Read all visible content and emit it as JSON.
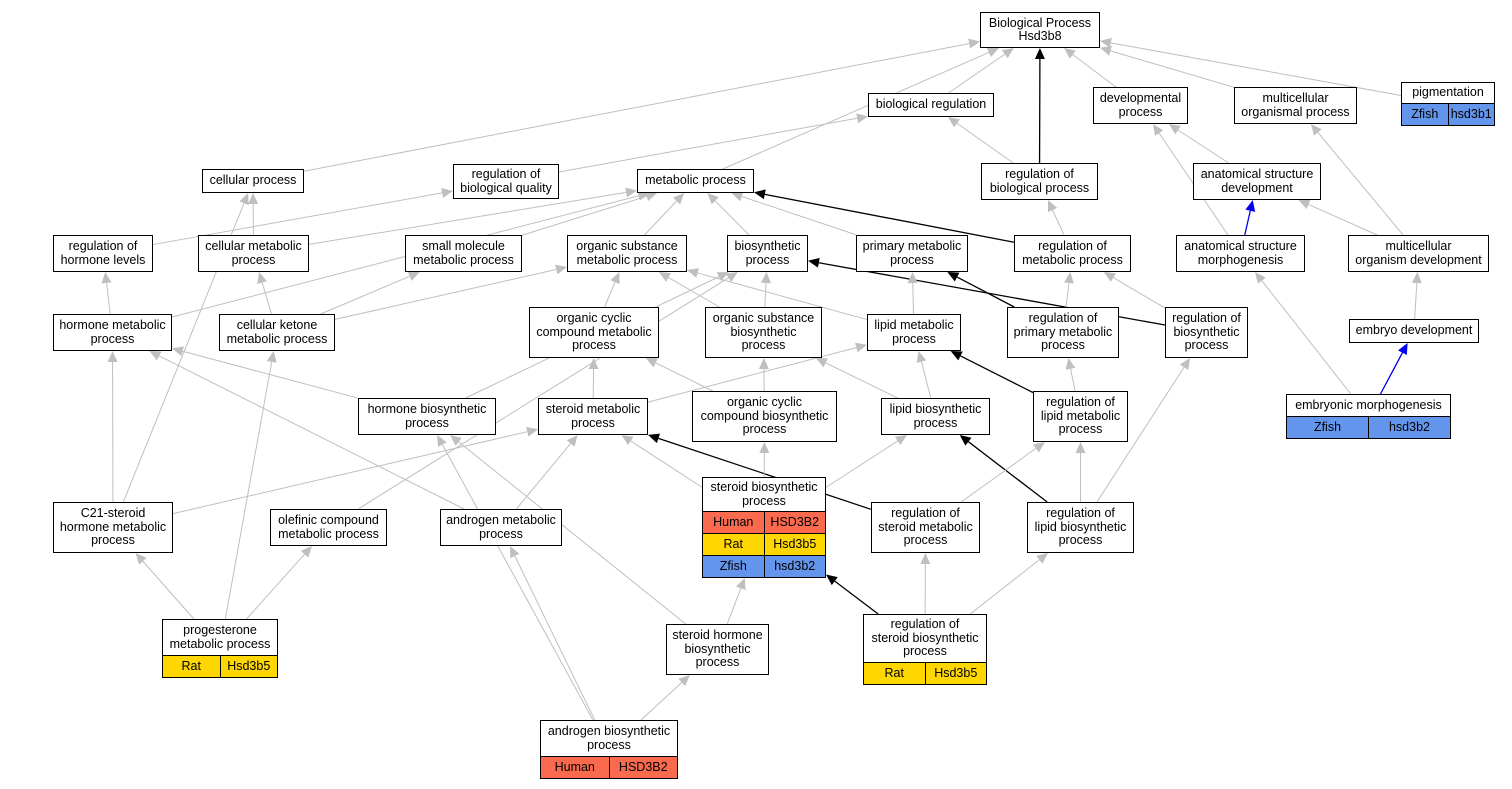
{
  "colors": {
    "edge_gray": "#bfbfbf",
    "edge_black": "#000000",
    "edge_blue": "#0000ee",
    "Human": "#fa6a4e",
    "Rat": "#ffd700",
    "Zfish": "#6495ed"
  },
  "nodes": {
    "bp": {
      "label": "Biological Process\nHsd3b8"
    },
    "bioreg": {
      "label": "biological regulation"
    },
    "devproc": {
      "label": "developmental\nprocess"
    },
    "multproc": {
      "label": "multicellular\norganismal process"
    },
    "pigm": {
      "label": "pigmentation",
      "genes": [
        {
          "species": "Zfish",
          "gene": "hsd3b1"
        }
      ]
    },
    "cellproc": {
      "label": "cellular process"
    },
    "regbq": {
      "label": "regulation of\nbiological quality"
    },
    "metab": {
      "label": "metabolic process"
    },
    "regbp": {
      "label": "regulation of\nbiological process"
    },
    "asd": {
      "label": "anatomical structure\ndevelopment"
    },
    "reghl": {
      "label": "regulation of\nhormone levels"
    },
    "cellmet": {
      "label": "cellular metabolic\nprocess"
    },
    "smm": {
      "label": "small molecule\nmetabolic process"
    },
    "osm": {
      "label": "organic substance\nmetabolic process"
    },
    "biosyn": {
      "label": "biosynthetic\nprocess"
    },
    "pmp": {
      "label": "primary metabolic\nprocess"
    },
    "regmp": {
      "label": "regulation of\nmetabolic process"
    },
    "asm": {
      "label": "anatomical structure\nmorphogenesis"
    },
    "mod": {
      "label": "multicellular\norganism development"
    },
    "hmp": {
      "label": "hormone metabolic\nprocess"
    },
    "ckm": {
      "label": "cellular ketone\nmetabolic process"
    },
    "occm": {
      "label": "organic cyclic\ncompound metabolic\nprocess"
    },
    "osb": {
      "label": "organic substance\nbiosynthetic\nprocess"
    },
    "lmp": {
      "label": "lipid metabolic\nprocess"
    },
    "regpm": {
      "label": "regulation of\nprimary metabolic\nprocess"
    },
    "regbsp": {
      "label": "regulation of\nbiosynthetic\nprocess"
    },
    "embdev": {
      "label": "embryo development"
    },
    "hbp": {
      "label": "hormone biosynthetic\nprocess"
    },
    "smp": {
      "label": "steroid metabolic\nprocess"
    },
    "occb": {
      "label": "organic cyclic\ncompound biosynthetic\nprocess"
    },
    "lbp": {
      "label": "lipid biosynthetic\nprocess"
    },
    "reglmp": {
      "label": "regulation of\nlipid metabolic\nprocess"
    },
    "emorph": {
      "label": "embryonic morphogenesis",
      "genes": [
        {
          "species": "Zfish",
          "gene": "hsd3b2"
        }
      ]
    },
    "c21": {
      "label": "C21-steroid\nhormone metabolic\nprocess"
    },
    "olef": {
      "label": "olefinic compound\nmetabolic process"
    },
    "andm": {
      "label": "androgen metabolic\nprocess"
    },
    "sbp": {
      "label": "steroid biosynthetic\nprocess",
      "genes": [
        {
          "species": "Human",
          "gene": "HSD3B2"
        },
        {
          "species": "Rat",
          "gene": "Hsd3b5"
        },
        {
          "species": "Zfish",
          "gene": "hsd3b2"
        }
      ]
    },
    "regsmp": {
      "label": "regulation of\nsteroid metabolic\nprocess"
    },
    "reglbp": {
      "label": "regulation of\nlipid biosynthetic\nprocess"
    },
    "prog": {
      "label": "progesterone\nmetabolic process",
      "genes": [
        {
          "species": "Rat",
          "gene": "Hsd3b5"
        }
      ]
    },
    "shbp": {
      "label": "steroid hormone\nbiosynthetic\nprocess"
    },
    "regsbp": {
      "label": "regulation of\nsteroid biosynthetic\nprocess",
      "genes": [
        {
          "species": "Rat",
          "gene": "Hsd3b5"
        }
      ]
    },
    "andb": {
      "label": "androgen biosynthetic\nprocess",
      "genes": [
        {
          "species": "Human",
          "gene": "HSD3B2"
        }
      ]
    }
  },
  "edges": [
    [
      "bioreg",
      "bp",
      "gray"
    ],
    [
      "devproc",
      "bp",
      "gray"
    ],
    [
      "multproc",
      "bp",
      "gray"
    ],
    [
      "pigm",
      "bp",
      "gray"
    ],
    [
      "cellproc",
      "bp",
      "gray"
    ],
    [
      "metab",
      "bp",
      "gray"
    ],
    [
      "regbp",
      "bp",
      "black"
    ],
    [
      "regbq",
      "bioreg",
      "gray"
    ],
    [
      "regbp",
      "bioreg",
      "gray"
    ],
    [
      "asd",
      "devproc",
      "gray"
    ],
    [
      "asm",
      "devproc",
      "gray"
    ],
    [
      "mod",
      "multproc",
      "gray"
    ],
    [
      "cellmet",
      "cellproc",
      "gray"
    ],
    [
      "c21",
      "cellproc",
      "gray"
    ],
    [
      "reghl",
      "regbq",
      "gray"
    ],
    [
      "cellmet",
      "metab",
      "gray"
    ],
    [
      "smm",
      "metab",
      "gray"
    ],
    [
      "osm",
      "metab",
      "gray"
    ],
    [
      "biosyn",
      "metab",
      "gray"
    ],
    [
      "pmp",
      "metab",
      "gray"
    ],
    [
      "hmp",
      "metab",
      "gray"
    ],
    [
      "regmp",
      "metab",
      "black"
    ],
    [
      "regmp",
      "regbp",
      "gray"
    ],
    [
      "asm",
      "asd",
      "blue"
    ],
    [
      "mod",
      "asd",
      "gray"
    ],
    [
      "hmp",
      "reghl",
      "gray"
    ],
    [
      "ckm",
      "cellmet",
      "gray"
    ],
    [
      "ckm",
      "smm",
      "gray"
    ],
    [
      "ckm",
      "osm",
      "gray"
    ],
    [
      "occm",
      "osm",
      "gray"
    ],
    [
      "osb",
      "osm",
      "gray"
    ],
    [
      "lmp",
      "osm",
      "gray"
    ],
    [
      "osb",
      "biosyn",
      "gray"
    ],
    [
      "olef",
      "biosyn",
      "gray"
    ],
    [
      "hbp",
      "biosyn",
      "gray"
    ],
    [
      "regbsp",
      "biosyn",
      "black"
    ],
    [
      "lmp",
      "pmp",
      "gray"
    ],
    [
      "regpm",
      "pmp",
      "black"
    ],
    [
      "regpm",
      "regmp",
      "gray"
    ],
    [
      "regbsp",
      "regmp",
      "gray"
    ],
    [
      "emorph",
      "asm",
      "gray"
    ],
    [
      "embdev",
      "mod",
      "gray"
    ],
    [
      "emorph",
      "embdev",
      "blue"
    ],
    [
      "hbp",
      "hmp",
      "gray"
    ],
    [
      "c21",
      "hmp",
      "gray"
    ],
    [
      "andm",
      "hmp",
      "gray"
    ],
    [
      "prog",
      "ckm",
      "gray"
    ],
    [
      "smp",
      "occm",
      "gray"
    ],
    [
      "occb",
      "occm",
      "gray"
    ],
    [
      "occb",
      "osb",
      "gray"
    ],
    [
      "lbp",
      "osb",
      "gray"
    ],
    [
      "smp",
      "lmp",
      "gray"
    ],
    [
      "lbp",
      "lmp",
      "gray"
    ],
    [
      "reglmp",
      "lmp",
      "black"
    ],
    [
      "reglmp",
      "regpm",
      "gray"
    ],
    [
      "reglbp",
      "regbsp",
      "gray"
    ],
    [
      "shbp",
      "hbp",
      "gray"
    ],
    [
      "andb",
      "hbp",
      "gray"
    ],
    [
      "c21",
      "smp",
      "gray"
    ],
    [
      "andm",
      "smp",
      "gray"
    ],
    [
      "sbp",
      "smp",
      "gray"
    ],
    [
      "regsmp",
      "smp",
      "black"
    ],
    [
      "sbp",
      "occb",
      "gray"
    ],
    [
      "sbp",
      "lbp",
      "gray"
    ],
    [
      "reglbp",
      "lbp",
      "black"
    ],
    [
      "regsmp",
      "reglmp",
      "gray"
    ],
    [
      "reglbp",
      "reglmp",
      "gray"
    ],
    [
      "prog",
      "c21",
      "gray"
    ],
    [
      "prog",
      "olef",
      "gray"
    ],
    [
      "andb",
      "andm",
      "gray"
    ],
    [
      "shbp",
      "sbp",
      "gray"
    ],
    [
      "regsbp",
      "sbp",
      "black"
    ],
    [
      "regsbp",
      "regsmp",
      "gray"
    ],
    [
      "regsbp",
      "reglbp",
      "gray"
    ],
    [
      "andb",
      "shbp",
      "gray"
    ]
  ]
}
